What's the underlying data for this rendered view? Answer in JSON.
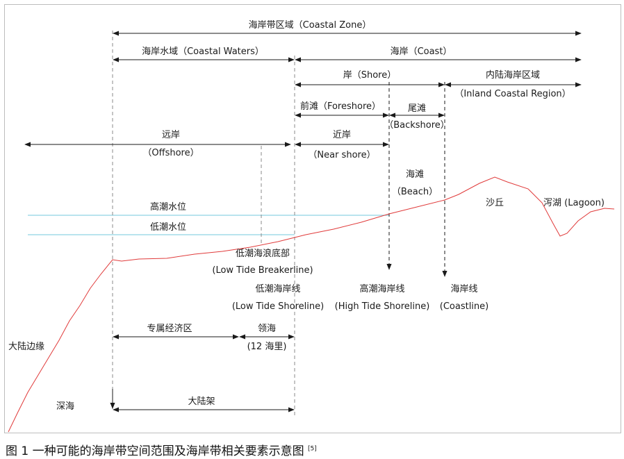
{
  "colors": {
    "line": "#1a1a1a",
    "dash": "#8a8a8a",
    "water": "#8fd3e3",
    "profile": "#e03a3a",
    "frame": "#bdbdbd"
  },
  "zones": {
    "coastal_zone": "海岸带区域（Coastal Zone）",
    "coastal_waters": "海岸水域（Coastal Waters）",
    "coast": "海岸（Coast）",
    "shore": "岸（Shore）",
    "inland_1": "内陆海岸区域",
    "inland_2": "（Inland Coastal Region）",
    "foreshore": "前滩（Foreshore）",
    "backshore_1": "尾滩",
    "backshore_2": "（Backshore）",
    "offshore_1": "远岸",
    "offshore_2": "（Offshore）",
    "nearshore_1": "近岸",
    "nearshore_2": "（Near shore）"
  },
  "features": {
    "beach_1": "海滩",
    "beach_2": "（Beach）",
    "dune": "沙丘",
    "lagoon": "泻湖 (Lagoon)",
    "high_tide": "高潮水位",
    "low_tide": "低潮水位",
    "breakerline_1": "低潮海浪底部",
    "breakerline_2": "(Low Tide Breakerline)",
    "low_shoreline_1": "低潮海岸线",
    "low_shoreline_2": "(Low Tide Shoreline)",
    "high_shoreline_1": "高潮海岸线",
    "high_shoreline_2": "(High Tide Shoreline)",
    "coastline_1": "海岸线",
    "coastline_2": "(Coastline)",
    "eez": "专属经济区",
    "territorial_1": "领海",
    "territorial_2": "(12 海里)",
    "continental_margin": "大陆边缘",
    "deep_sea": "深海",
    "continental_shelf": "大陆架"
  },
  "caption": {
    "text": "图 1  一种可能的海岸带空间范围及海岸带相关要素示意图",
    "ref": "[5]"
  }
}
